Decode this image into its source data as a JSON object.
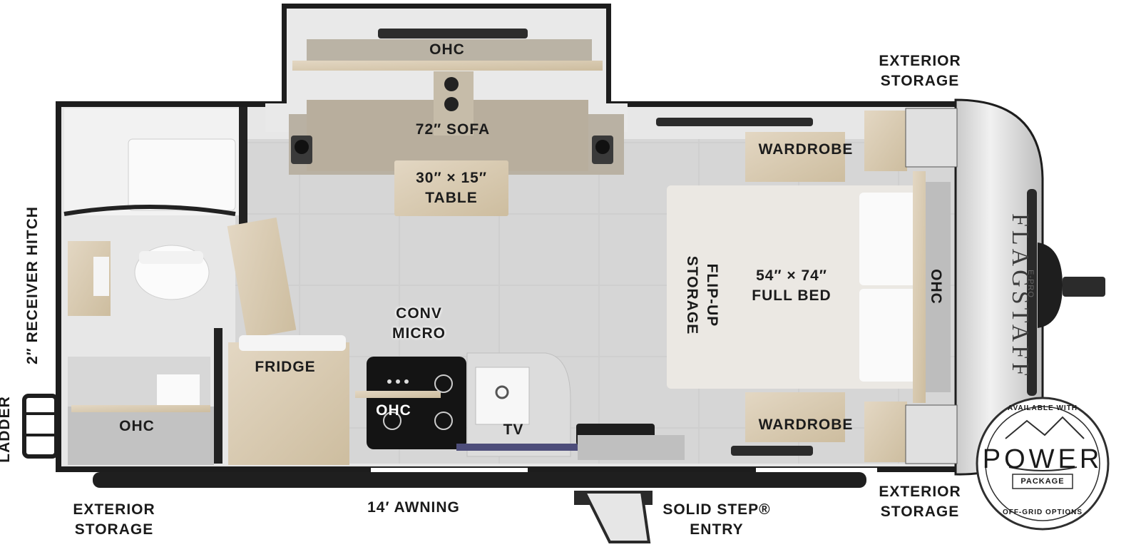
{
  "labels": {
    "exterior_storage_top_right": [
      "EXTERIOR",
      "STORAGE"
    ],
    "exterior_storage_bottom_right": [
      "EXTERIOR",
      "STORAGE"
    ],
    "exterior_storage_bottom_left": [
      "EXTERIOR",
      "STORAGE"
    ],
    "receiver_hitch": "2″ RECEIVER HITCH",
    "ladder": "LADDER",
    "awning": "14′ AWNING",
    "step_entry": [
      "SOLID STEP®",
      "ENTRY"
    ],
    "ohc_slide": "OHC",
    "sofa": "72″ SOFA",
    "table": [
      "30″ × 15″",
      "TABLE"
    ],
    "wardrobe_top": "WARDROBE",
    "wardrobe_bottom": "WARDROBE",
    "bed": [
      "54″ × 74″",
      "FULL BED"
    ],
    "flip_up_storage": [
      "FLIP-UP",
      "STORAGE"
    ],
    "ohc_front": "OHC",
    "conv_micro": [
      "CONV",
      "MICRO"
    ],
    "fridge": "FRIDGE",
    "ohc_kitchen": "OHC",
    "tv": "TV",
    "ohc_bath": "OHC"
  },
  "brand": {
    "name": "FLAGSTAFF",
    "sub": "E-PRO"
  },
  "power_badge": {
    "top_text": "AVAILABLE WITH",
    "word": "POWER",
    "package": "PACKAGE",
    "bottom_text": "OFF-GRID OPTIONS"
  }
}
